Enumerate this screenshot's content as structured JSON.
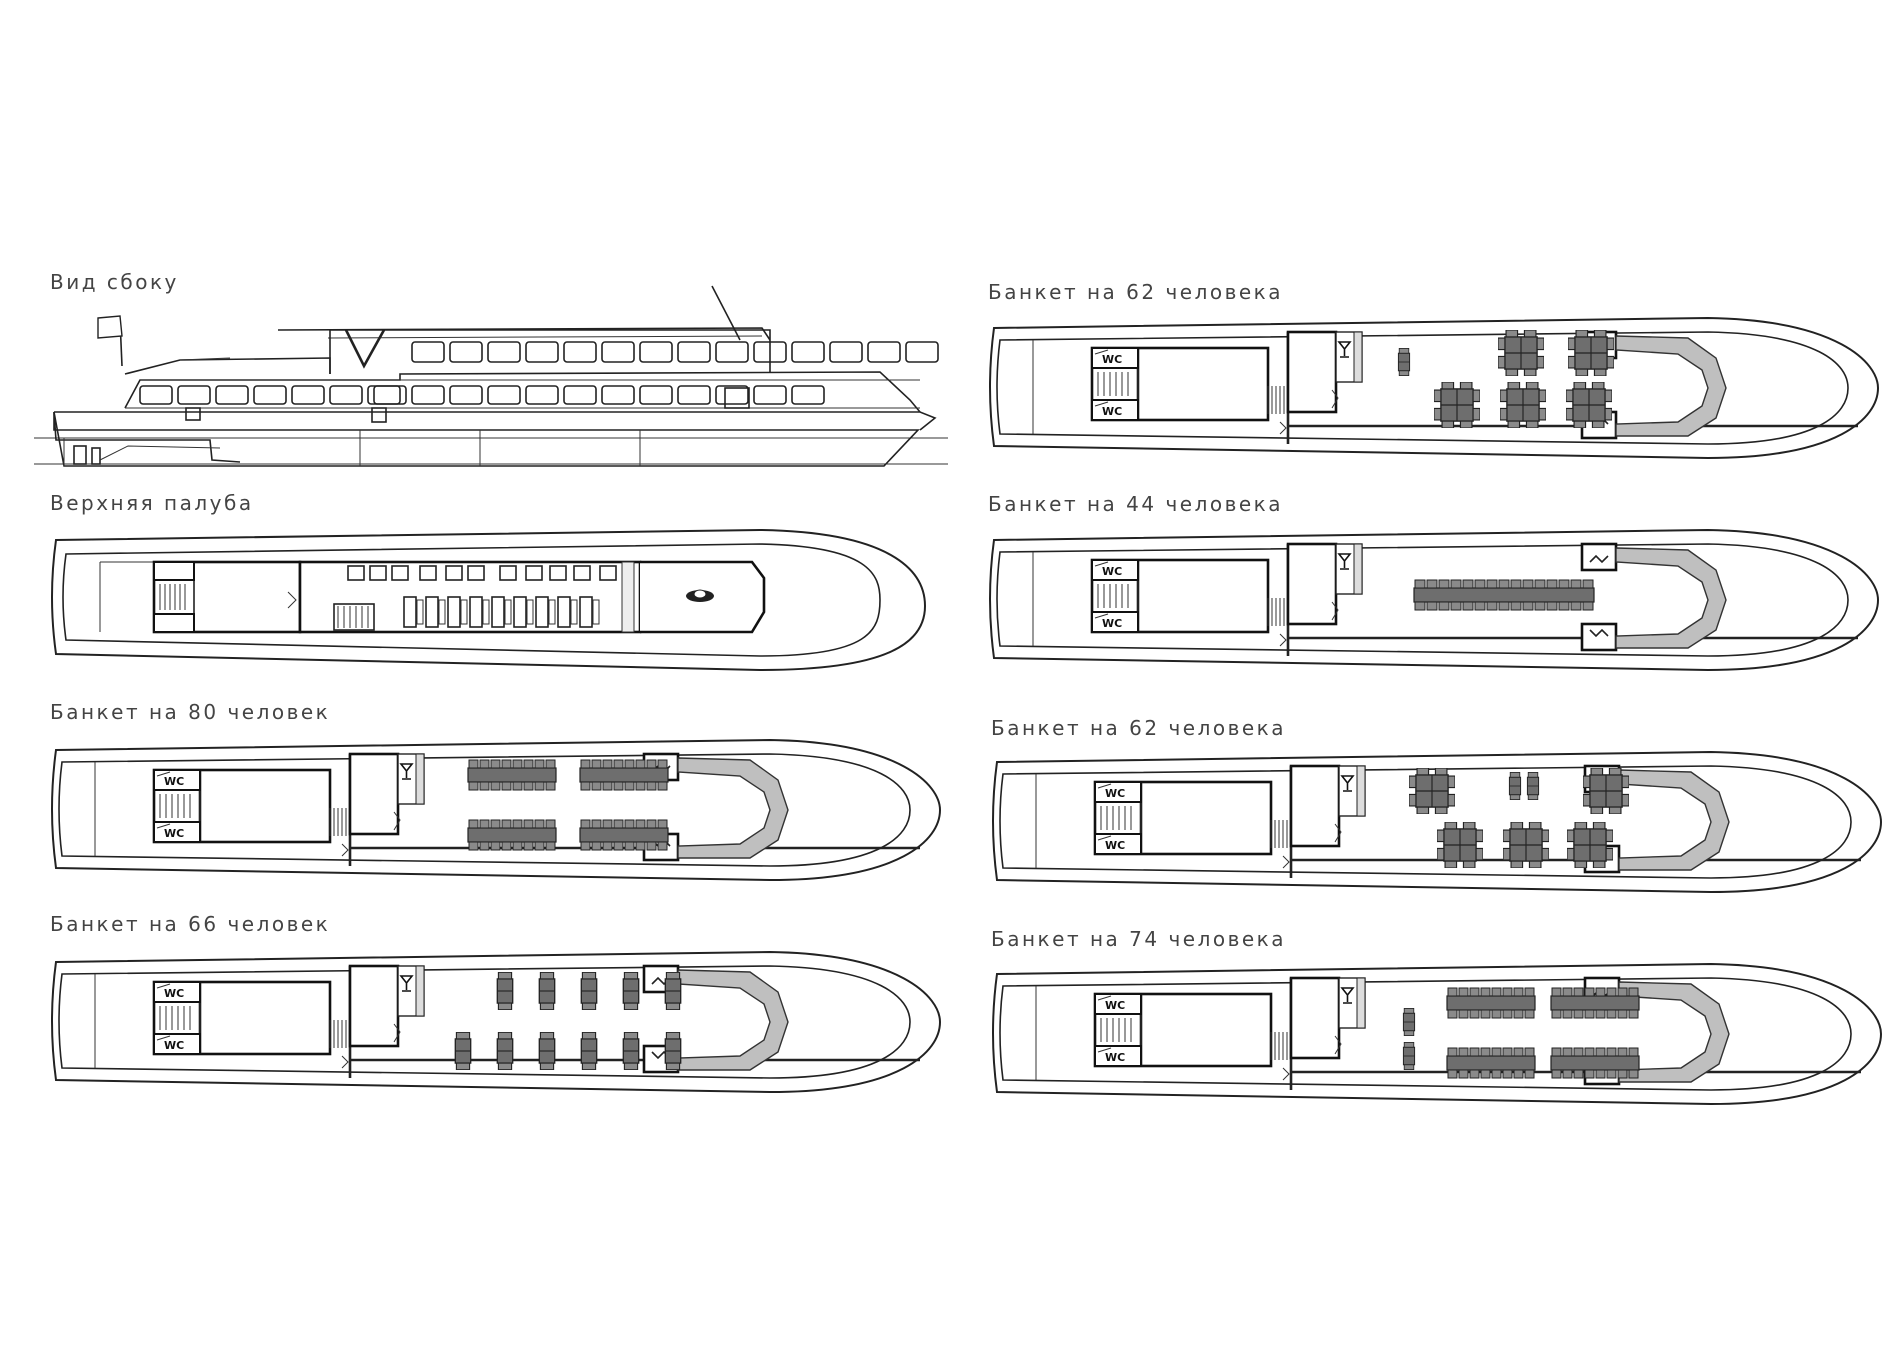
{
  "labels": {
    "side_view": "Вид сбоку",
    "upper_deck": "Верхняя палуба",
    "banquet_80": "Банкет на 80 человек",
    "banquet_66": "Банкет на 66 человек",
    "banquet_62_a": "Банкет на 62 человека",
    "banquet_44": "Банкет на 44 человека",
    "banquet_62_b": "Банкет на 62 человека",
    "banquet_74": "Банкет на 74 человека"
  },
  "wc_label": "WC",
  "colors": {
    "line": "#222222",
    "table": "#6e6e6e",
    "sofa": "#bfbfbf"
  }
}
